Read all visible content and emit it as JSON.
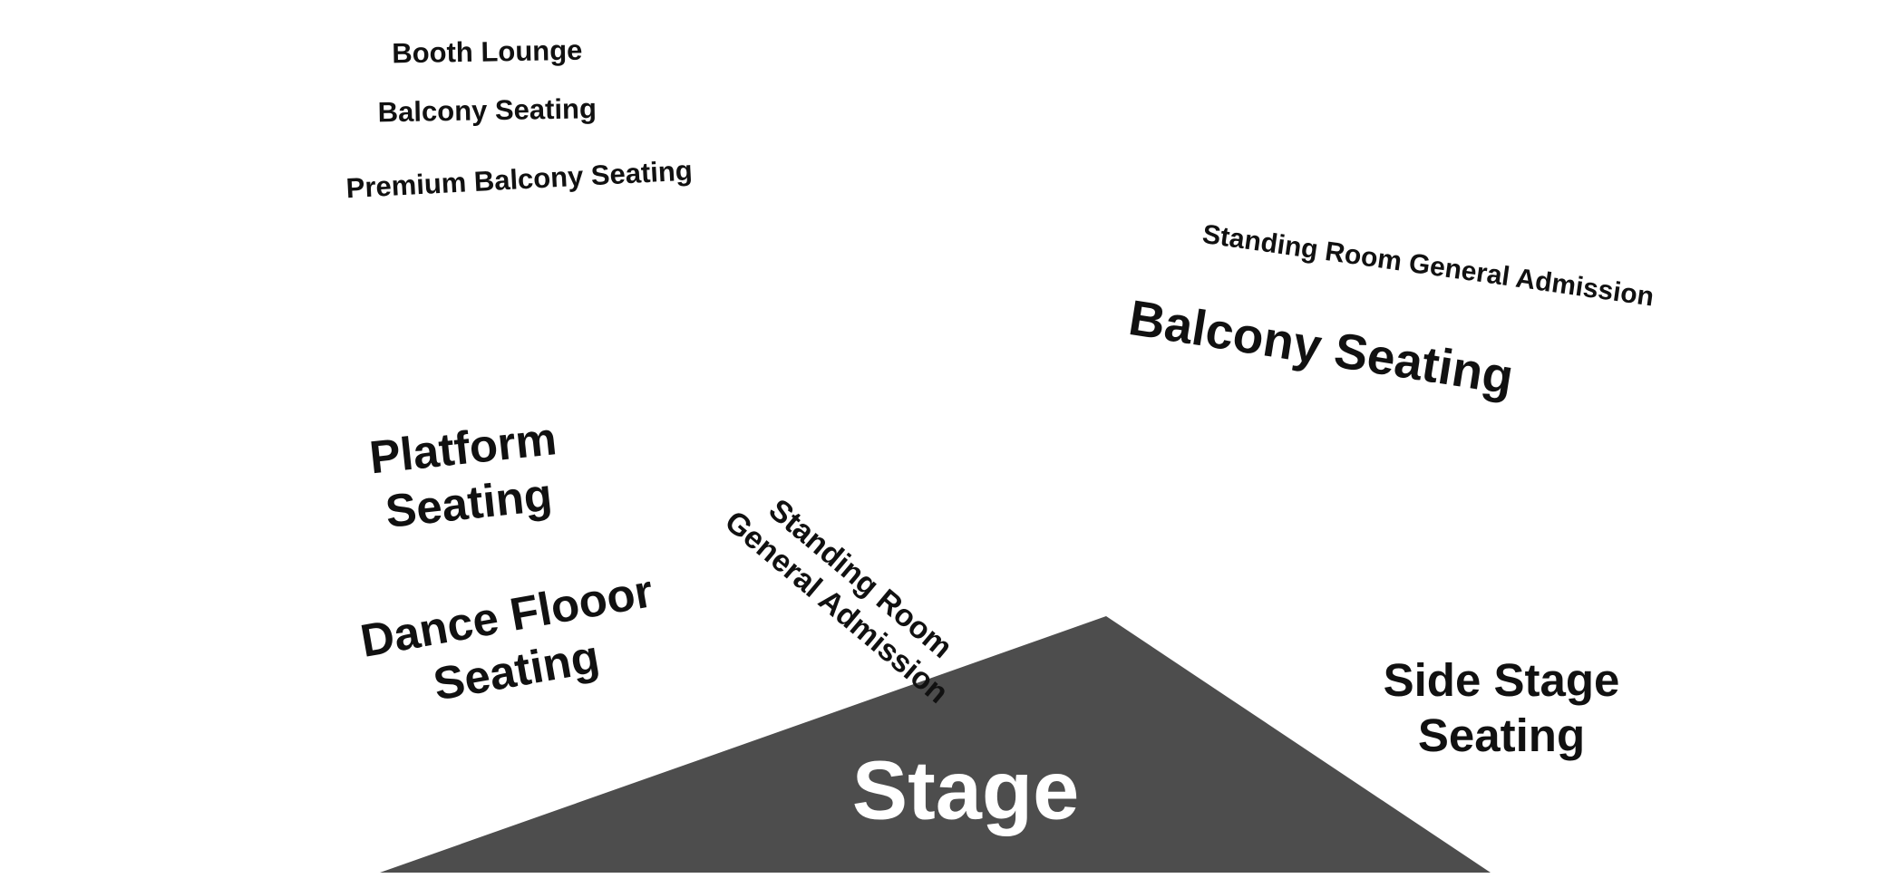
{
  "map": {
    "stage": {
      "label": "Stage",
      "color": "#4d4d4d"
    },
    "label_color": "#111111",
    "sections": {
      "booth_lounge": {
        "lines": [
          "Booth Lounge"
        ]
      },
      "balcony_seating_small": {
        "lines": [
          "Balcony Seating"
        ]
      },
      "premium_balcony_seating": {
        "lines": [
          "Premium Balcony Seating"
        ]
      },
      "standing_room_ga_upper": {
        "lines": [
          "Standing Room General Admission"
        ]
      },
      "balcony_seating_large": {
        "lines": [
          "Balcony Seating"
        ]
      },
      "platform_seating": {
        "lines": [
          "Platform",
          "Seating"
        ]
      },
      "standing_room_ga_center": {
        "lines": [
          "Standing Room",
          "General Admission"
        ]
      },
      "dance_floor_seating": {
        "lines": [
          "Dance Flooor",
          "Seating"
        ]
      },
      "side_stage_seating": {
        "lines": [
          "Side Stage",
          "Seating"
        ]
      }
    }
  }
}
